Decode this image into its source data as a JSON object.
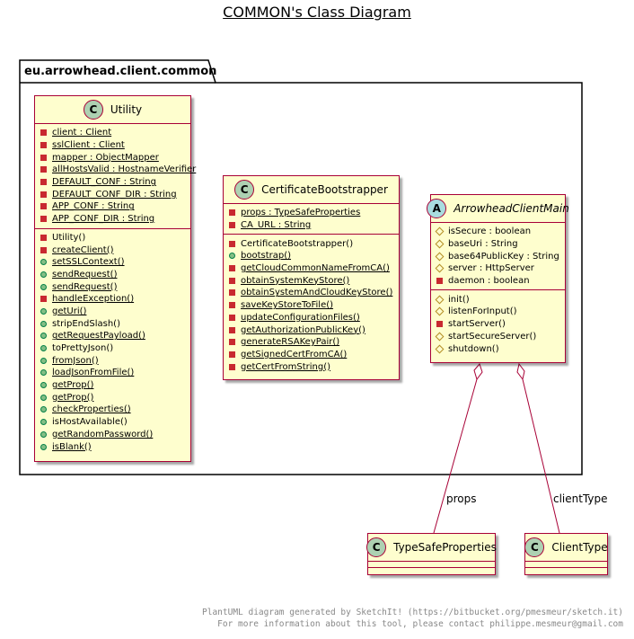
{
  "title": "COMMON's Class Diagram",
  "package": {
    "name": "eu.arrowhead.client.common"
  },
  "classes": {
    "utility": {
      "name": "Utility",
      "stereotype": "C",
      "fields": [
        {
          "vis": "private",
          "text": "client : Client",
          "static": true
        },
        {
          "vis": "private",
          "text": "sslClient : Client",
          "static": true
        },
        {
          "vis": "private",
          "text": "mapper : ObjectMapper",
          "static": true
        },
        {
          "vis": "private",
          "text": "allHostsValid : HostnameVerifier",
          "static": true
        },
        {
          "vis": "private",
          "text": "DEFAULT_CONF : String",
          "static": true
        },
        {
          "vis": "private",
          "text": "DEFAULT_CONF_DIR : String",
          "static": true
        },
        {
          "vis": "private",
          "text": "APP_CONF : String",
          "static": true
        },
        {
          "vis": "private",
          "text": "APP_CONF_DIR : String",
          "static": true
        }
      ],
      "methods": [
        {
          "vis": "private",
          "text": "Utility()",
          "static": false
        },
        {
          "vis": "private",
          "text": "createClient()",
          "static": true
        },
        {
          "vis": "public",
          "text": "setSSLContext()",
          "static": true
        },
        {
          "vis": "public",
          "text": "sendRequest()",
          "static": true
        },
        {
          "vis": "public",
          "text": "sendRequest()",
          "static": true
        },
        {
          "vis": "private",
          "text": "handleException()",
          "static": true
        },
        {
          "vis": "public",
          "text": "getUri()",
          "static": true
        },
        {
          "vis": "public",
          "text": "stripEndSlash()",
          "static": false
        },
        {
          "vis": "public",
          "text": "getRequestPayload()",
          "static": true
        },
        {
          "vis": "public",
          "text": "toPrettyJson()",
          "static": false
        },
        {
          "vis": "public",
          "text": "fromJson()",
          "static": true
        },
        {
          "vis": "public",
          "text": "loadJsonFromFile()",
          "static": true
        },
        {
          "vis": "public",
          "text": "getProp()",
          "static": true
        },
        {
          "vis": "public",
          "text": "getProp()",
          "static": true
        },
        {
          "vis": "public",
          "text": "checkProperties()",
          "static": true
        },
        {
          "vis": "public",
          "text": "isHostAvailable()",
          "static": false
        },
        {
          "vis": "public",
          "text": "getRandomPassword()",
          "static": true
        },
        {
          "vis": "public",
          "text": "isBlank()",
          "static": true
        }
      ]
    },
    "certificateBootstrapper": {
      "name": "CertificateBootstrapper",
      "stereotype": "C",
      "fields": [
        {
          "vis": "private",
          "text": "props : TypeSafeProperties",
          "static": true
        },
        {
          "vis": "private",
          "text": "CA_URL : String",
          "static": true
        }
      ],
      "methods": [
        {
          "vis": "private",
          "text": "CertificateBootstrapper()",
          "static": false
        },
        {
          "vis": "public",
          "text": "bootstrap()",
          "static": true
        },
        {
          "vis": "private",
          "text": "getCloudCommonNameFromCA()",
          "static": true
        },
        {
          "vis": "private",
          "text": "obtainSystemKeyStore()",
          "static": true
        },
        {
          "vis": "private",
          "text": "obtainSystemAndCloudKeyStore()",
          "static": true
        },
        {
          "vis": "private",
          "text": "saveKeyStoreToFile()",
          "static": true
        },
        {
          "vis": "private",
          "text": "updateConfigurationFiles()",
          "static": true
        },
        {
          "vis": "private",
          "text": "getAuthorizationPublicKey()",
          "static": true
        },
        {
          "vis": "private",
          "text": "generateRSAKeyPair()",
          "static": true
        },
        {
          "vis": "private",
          "text": "getSignedCertFromCA()",
          "static": true
        },
        {
          "vis": "private",
          "text": "getCertFromString()",
          "static": true
        }
      ]
    },
    "arrowheadClientMain": {
      "name": "ArrowheadClientMain",
      "stereotype": "A",
      "fields": [
        {
          "vis": "protected",
          "text": "isSecure : boolean",
          "static": false
        },
        {
          "vis": "protected",
          "text": "baseUri : String",
          "static": false
        },
        {
          "vis": "protected",
          "text": "base64PublicKey : String",
          "static": false
        },
        {
          "vis": "protected",
          "text": "server : HttpServer",
          "static": false
        },
        {
          "vis": "private",
          "text": "daemon : boolean",
          "static": false
        }
      ],
      "methods": [
        {
          "vis": "protected",
          "text": "init()",
          "static": false
        },
        {
          "vis": "protected",
          "text": "listenForInput()",
          "static": false
        },
        {
          "vis": "private",
          "text": "startServer()",
          "static": false
        },
        {
          "vis": "protected",
          "text": "startSecureServer()",
          "static": false
        },
        {
          "vis": "protected",
          "text": "shutdown()",
          "static": false
        }
      ]
    },
    "typeSafeProperties": {
      "name": "TypeSafeProperties",
      "stereotype": "C"
    },
    "clientType": {
      "name": "ClientType",
      "stereotype": "C"
    }
  },
  "relations": {
    "props": "props",
    "clientType": "clientType"
  },
  "footer": {
    "line1": "PlantUML diagram generated by SketchIt! (https://bitbucket.org/pmesmeur/sketch.it)",
    "line2": "For more information about this tool, please contact philippe.mesmeur@gmail.com"
  },
  "colors": {
    "class_bg": "#fefece",
    "class_border": "#a80036",
    "class_badge": "#add1b2",
    "abstract_badge": "#a9dcdf"
  }
}
